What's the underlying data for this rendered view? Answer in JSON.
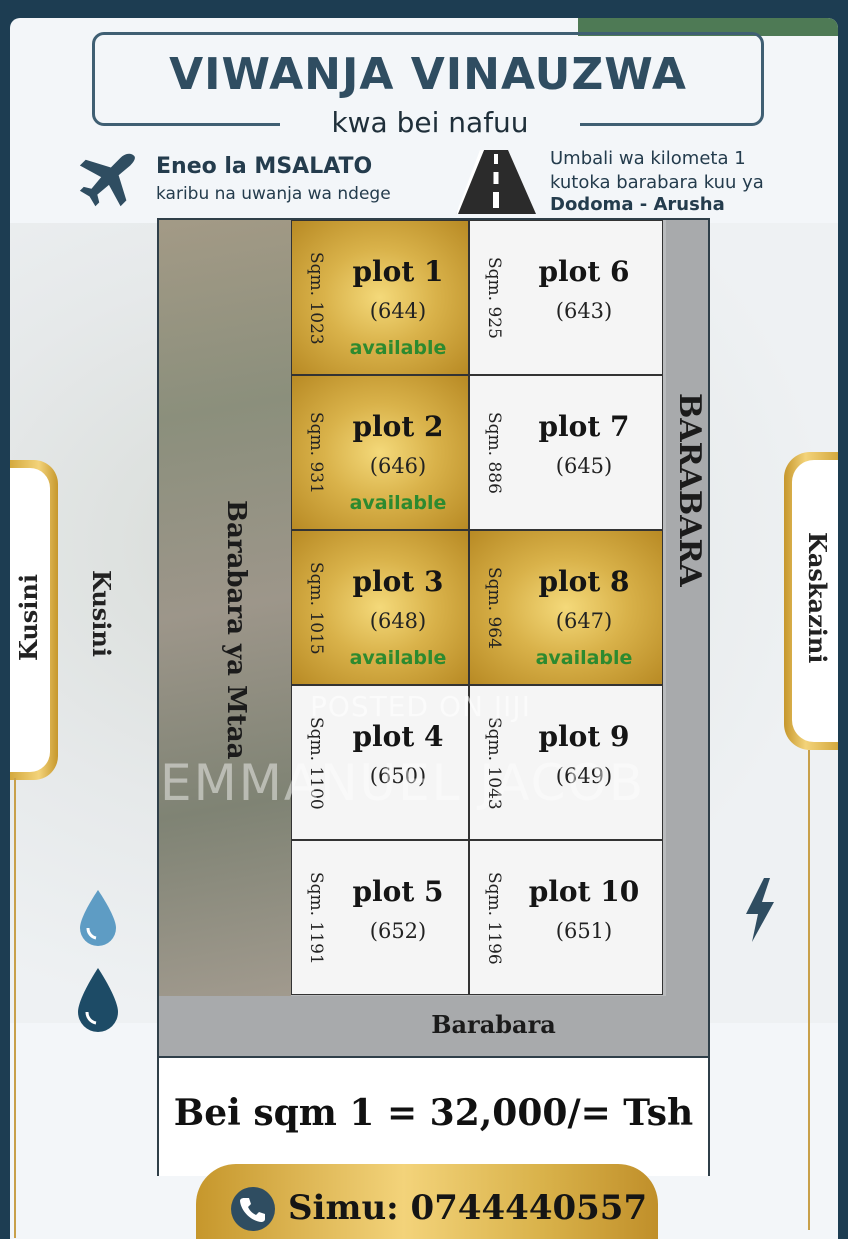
{
  "header": {
    "title": "VIWANJA VINAUZWA",
    "subtitle": "kwa bei nafuu"
  },
  "location": {
    "line1": "Eneo la MSALATO",
    "line2": "karibu na uwanja wa ndege",
    "icon": "airplane-icon"
  },
  "distance": {
    "line1": "Umbali wa kilometa 1",
    "line2": "kutoka barabara kuu ya",
    "line3": "Dodoma - Arusha",
    "icon": "road-icon"
  },
  "roads": {
    "vertical_main": "BARABARA",
    "local": "Barabara ya Mtaa",
    "bottom": "Barabara"
  },
  "directions": {
    "left_tab": "Kusini",
    "left_map": "Kusini",
    "right_tab": "Kaskazini"
  },
  "plots": [
    {
      "sqm": "Sqm. 1023",
      "name": "plot 1",
      "no": "(644)",
      "status": "available",
      "gold": true
    },
    {
      "sqm": "Sqm. 925",
      "name": "plot 6",
      "no": "(643)",
      "status": "",
      "gold": false
    },
    {
      "sqm": "Sqm. 931",
      "name": "plot 2",
      "no": "(646)",
      "status": "available",
      "gold": true
    },
    {
      "sqm": "Sqm. 886",
      "name": "plot 7",
      "no": "(645)",
      "status": "",
      "gold": false
    },
    {
      "sqm": "Sqm. 1015",
      "name": "plot 3",
      "no": "(648)",
      "status": "available",
      "gold": true
    },
    {
      "sqm": "Sqm. 964",
      "name": "plot 8",
      "no": "(647)",
      "status": "available",
      "gold": true
    },
    {
      "sqm": "Sqm. 1100",
      "name": "plot 4",
      "no": "(650)",
      "status": "",
      "gold": false
    },
    {
      "sqm": "Sqm. 1043",
      "name": "plot 9",
      "no": "(649)",
      "status": "",
      "gold": false
    },
    {
      "sqm": "Sqm. 1191",
      "name": "plot 5",
      "no": "(652)",
      "status": "",
      "gold": false
    },
    {
      "sqm": "Sqm. 1196",
      "name": "plot 10",
      "no": "(651)",
      "status": "",
      "gold": false
    }
  ],
  "price": "Bei sqm 1 = 32,000/= Tsh",
  "contact": {
    "label": "Simu: 0744440557",
    "icon": "phone-icon"
  },
  "watermark": {
    "line1": "POSTED ON JIJI",
    "line2": "EMMANUEL JACOB"
  },
  "icons": {
    "water": "water-drop-icon",
    "power": "lightning-bolt-icon"
  },
  "colors": {
    "navy": "#2f4d61",
    "gold": "#d9b24a",
    "available_green": "#2d8a2f"
  }
}
